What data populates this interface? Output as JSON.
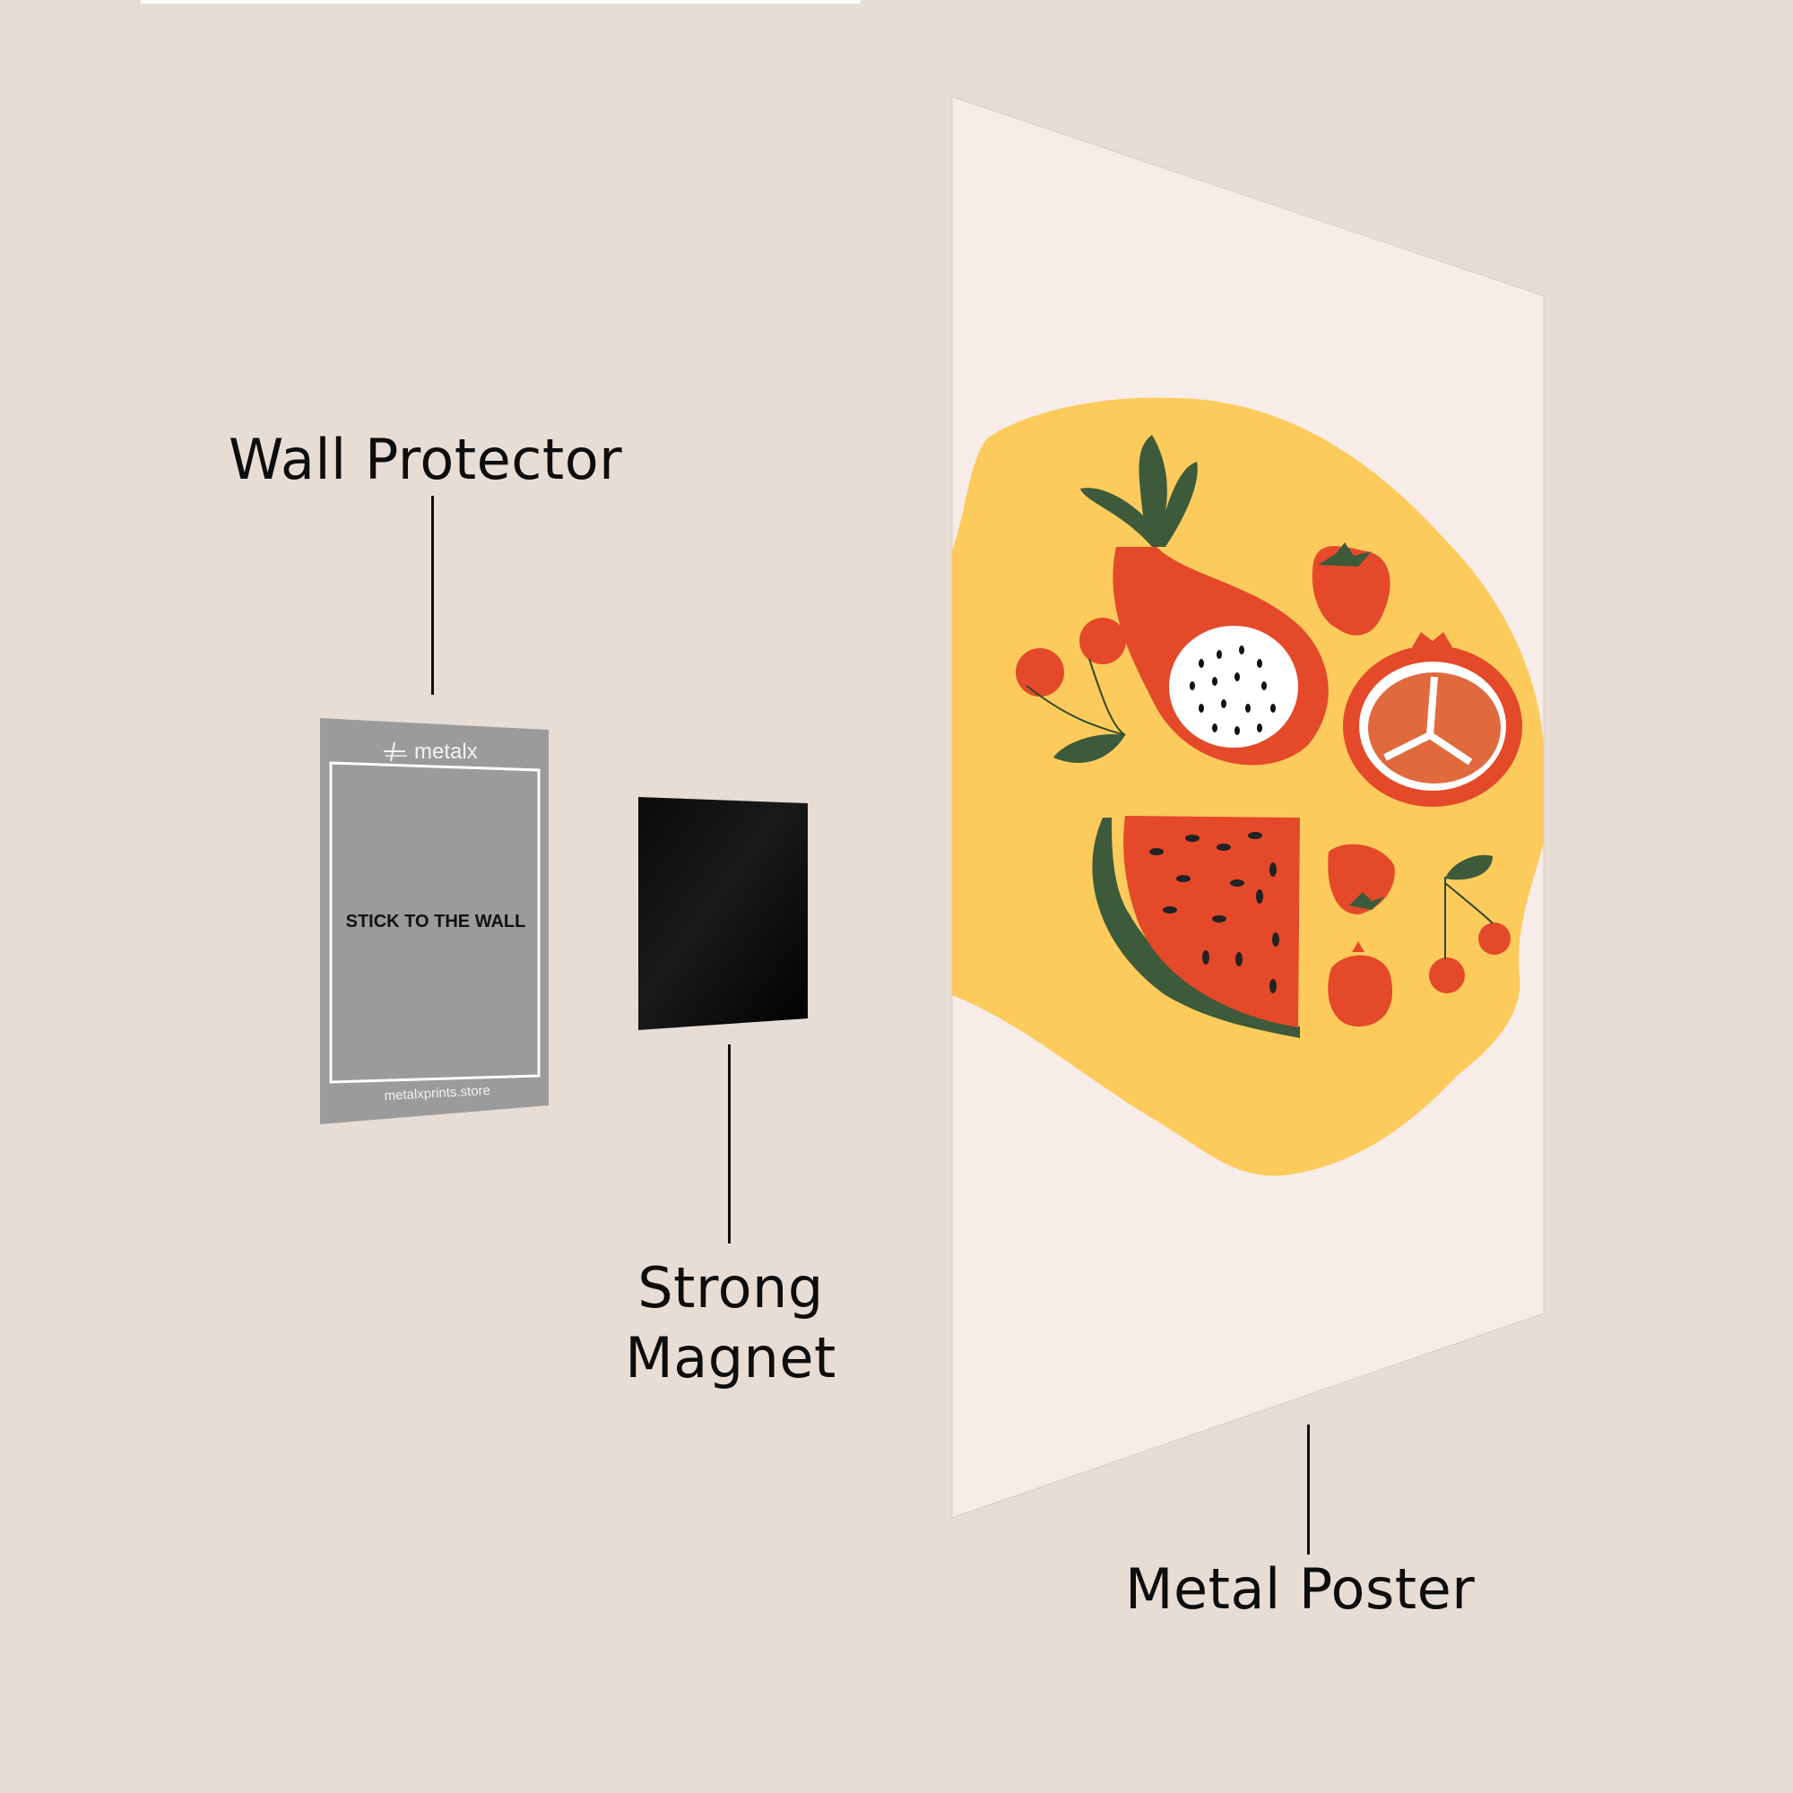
{
  "labels": {
    "wall_protector": "Wall Protector",
    "strong_magnet_line1": "Strong",
    "strong_magnet_line2": "Magnet",
    "metal_poster": "Metal Poster"
  },
  "wall_protector_card": {
    "brand": "metalx",
    "instruction": "STICK TO THE WALL",
    "website": "metalxprints.store"
  },
  "colors": {
    "background": "#e8ddd5",
    "poster": "#f7ece7",
    "blob_yellow": "#fccb5c",
    "fruit_red": "#e4492a",
    "leaf_green": "#3d5a3a",
    "protector_gray": "#9b9b9b",
    "magnet_black": "#050505",
    "text": "#0d0d0d"
  },
  "poster_artwork": {
    "items": [
      "dragon fruit",
      "strawberry",
      "cherries",
      "pomegranate half",
      "watermelon slice",
      "strawberry",
      "small pomegranate",
      "cherries"
    ]
  }
}
